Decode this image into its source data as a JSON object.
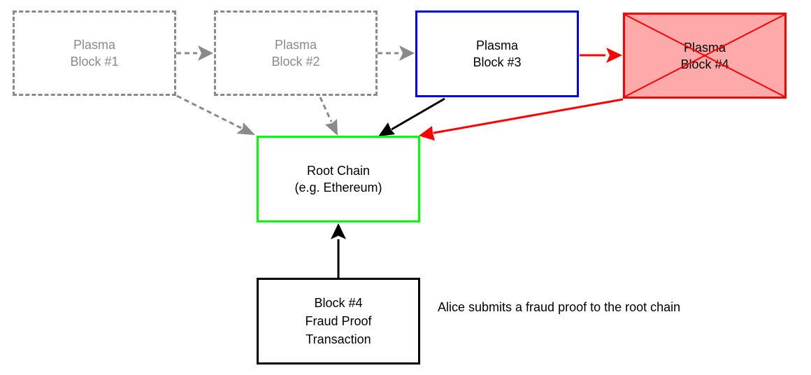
{
  "nodes": {
    "plasma_block_1": "Plasma\nBlock #1",
    "plasma_block_2": "Plasma\nBlock #2",
    "plasma_block_3": "Plasma\nBlock #3",
    "plasma_block_4": "Plasma\nBlock #4",
    "root_chain": "Root Chain\n(e.g. Ethereum)",
    "fraud_proof_tx": "Block #4\nFraud Proof\nTransaction"
  },
  "annotation": "Alice submits a fraud proof to the root chain",
  "colors": {
    "faded": "#8a8a8a",
    "valid_block": "#0000ff",
    "invalid_block": "#ff0000",
    "invalid_fill": "#ffaaaa",
    "root_chain": "#00ff00",
    "fraud_proof": "#000000"
  }
}
